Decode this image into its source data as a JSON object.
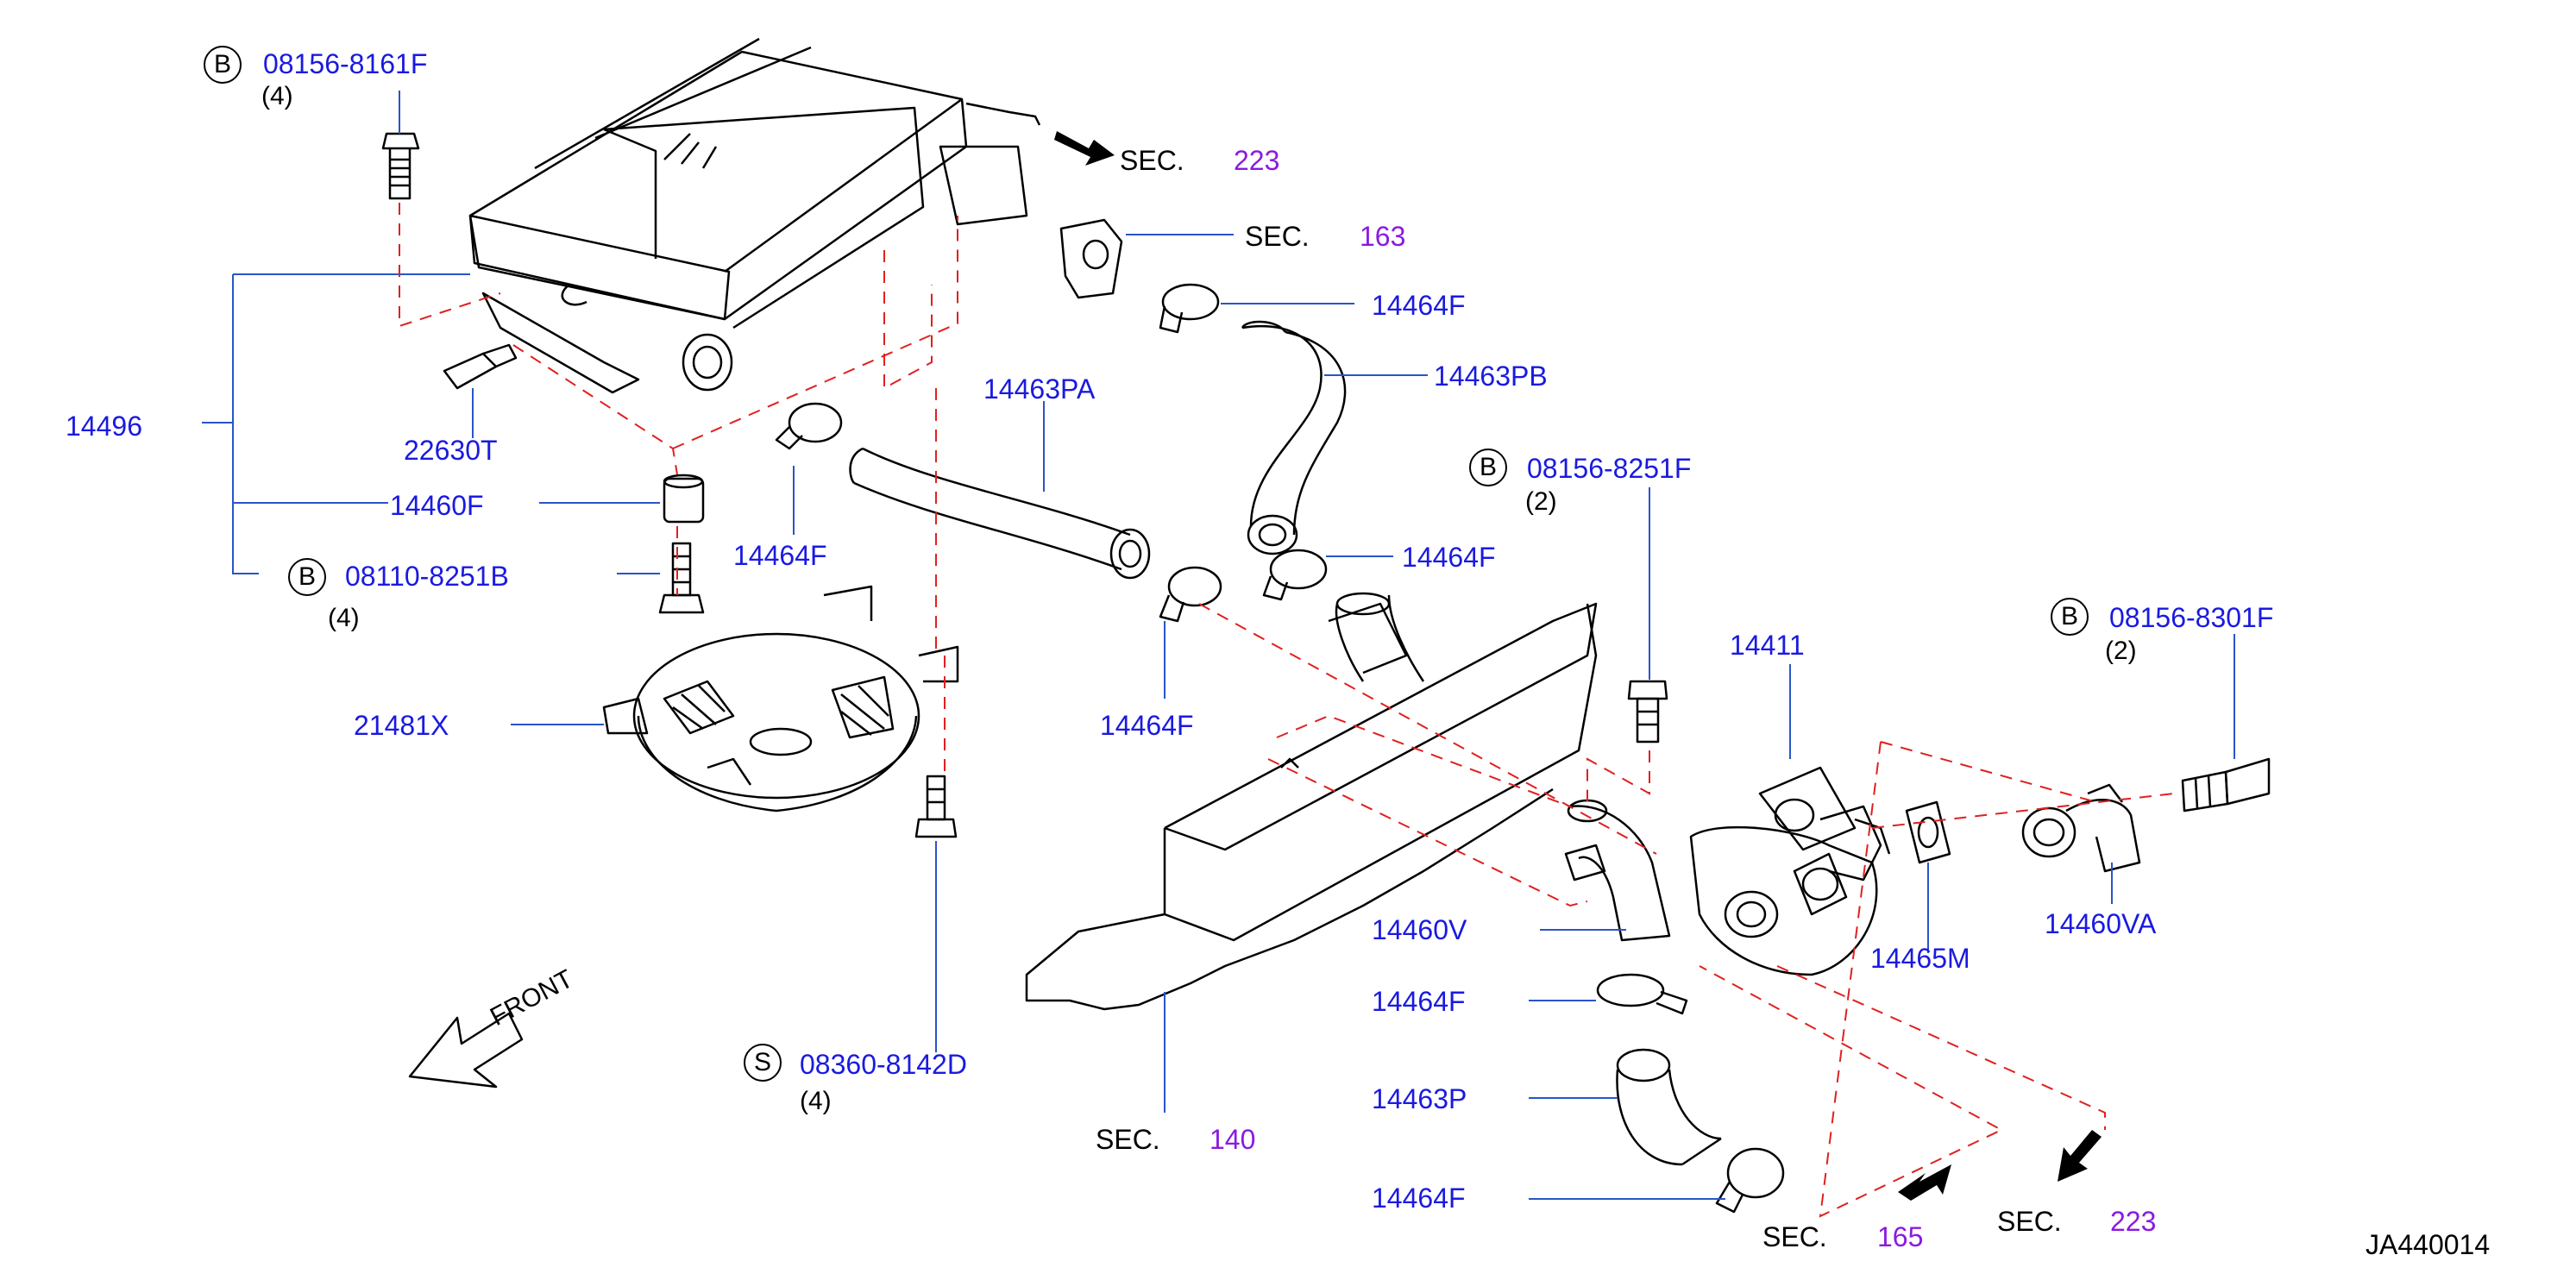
{
  "labels": {
    "p14496": "14496",
    "p22630T": "22630T",
    "p14460F": "14460F",
    "p21481X": "21481X",
    "p14464F_a": "14464F",
    "p14463PA": "14463PA",
    "p14464F_b": "14464F",
    "p14464F_c": "14464F",
    "p14463PB": "14463PB",
    "p14464F_d": "14464F",
    "p14411": "14411",
    "p14460V": "14460V",
    "p14464F_e": "14464F",
    "p14463P": "14463P",
    "p14464F_f": "14464F",
    "p14465M": "14465M",
    "p14460VA": "14460VA"
  },
  "bolts": {
    "b1": {
      "mark": "B",
      "part": "08156-8161F",
      "qty": "(4)"
    },
    "b2": {
      "mark": "B",
      "part": "08110-8251B",
      "qty": "(4)"
    },
    "b3": {
      "mark": "B",
      "part": "08156-8251F",
      "qty": "(2)"
    },
    "b4": {
      "mark": "B",
      "part": "08156-8301F",
      "qty": "(2)"
    },
    "s1": {
      "mark": "S",
      "part": "08360-8142D",
      "qty": "(4)"
    }
  },
  "sections": {
    "s223_top": {
      "prefix": "SEC.",
      "num": "223"
    },
    "s163": {
      "prefix": "SEC.",
      "num": "163"
    },
    "s140": {
      "prefix": "SEC.",
      "num": "140"
    },
    "s165": {
      "prefix": "SEC.",
      "num": "165"
    },
    "s223_bot": {
      "prefix": "SEC.",
      "num": "223"
    }
  },
  "front_label": "FRONT",
  "diagram_code": "JA440014",
  "colors": {
    "part_number": "#1a1ae0",
    "section_number": "#8a1ae0",
    "leader": "#2a55c8",
    "dashed": "#e02020",
    "outline": "#000000"
  }
}
